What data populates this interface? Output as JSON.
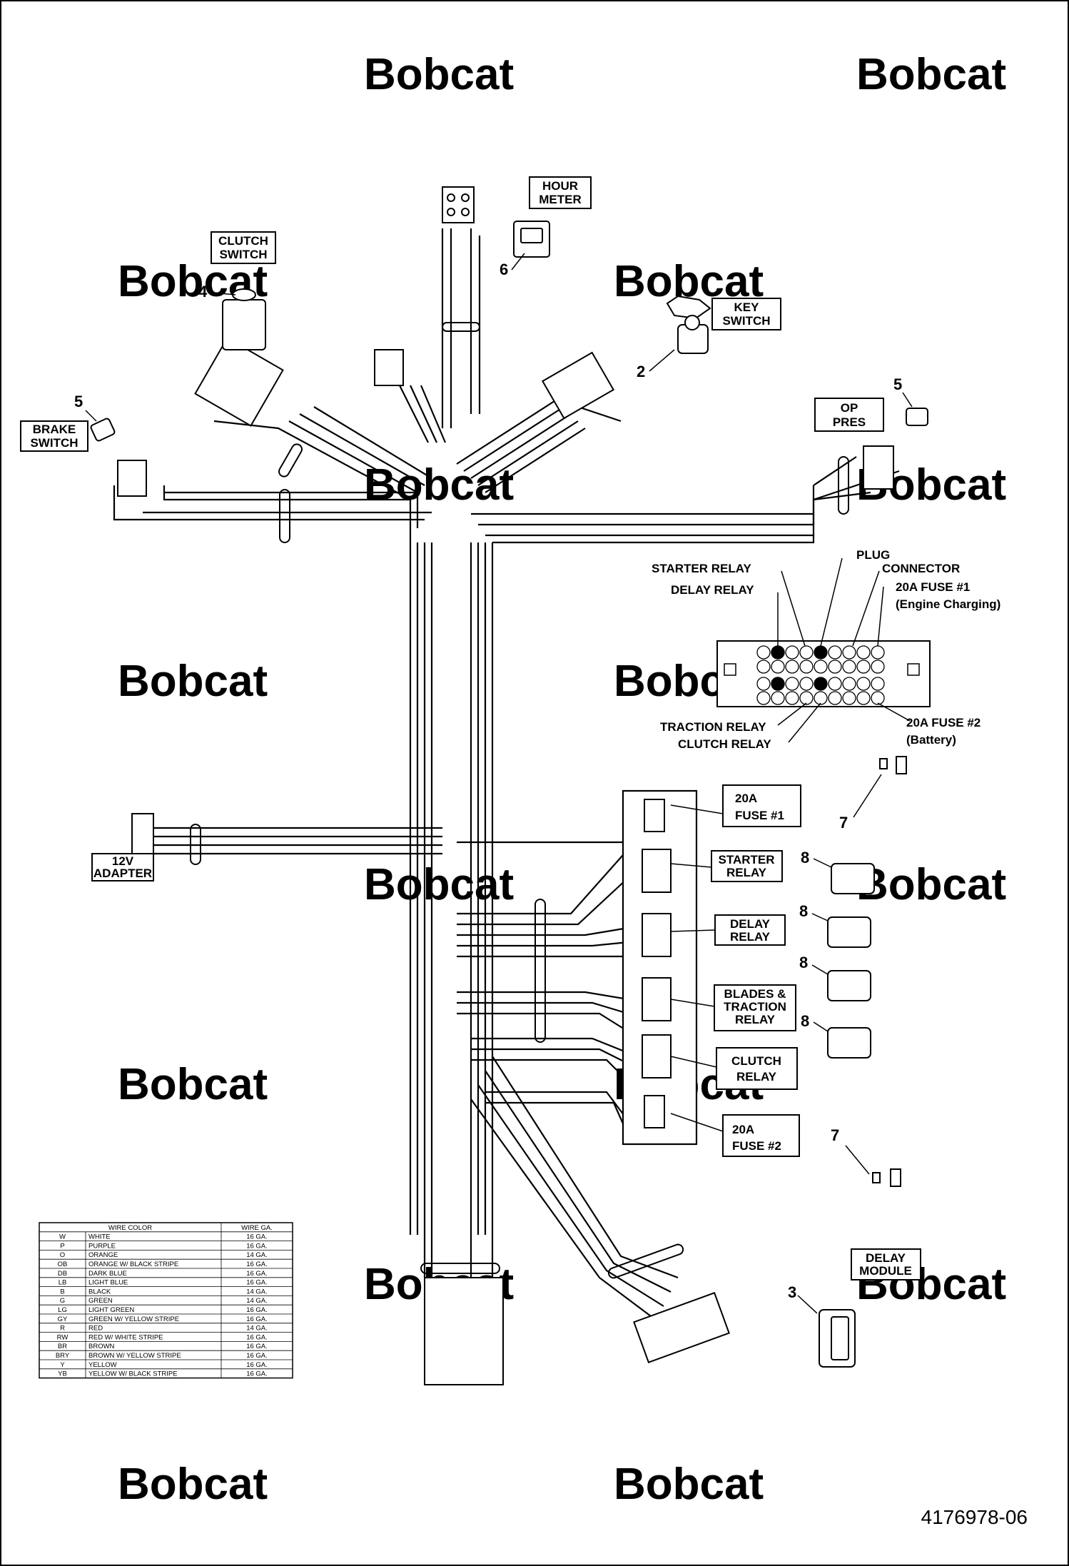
{
  "watermark": "Bobcat",
  "part_number": "4176978-06",
  "callouts": [
    {
      "id": "hour_meter",
      "num": "6",
      "lines": [
        "HOUR",
        "METER"
      ]
    },
    {
      "id": "clutch_switch",
      "num": "4",
      "lines": [
        "CLUTCH",
        "SWITCH"
      ]
    },
    {
      "id": "key_switch",
      "num": "2",
      "lines": [
        "KEY",
        "SWITCH"
      ]
    },
    {
      "id": "brake_switch",
      "num": "5",
      "lines": [
        "BRAKE",
        "SWITCH"
      ]
    },
    {
      "id": "op_pres",
      "num": "5",
      "lines": [
        "OP",
        "PRES"
      ]
    },
    {
      "id": "adapter_12v",
      "lines": [
        "12V",
        "ADAPTER"
      ]
    },
    {
      "id": "fuse1",
      "lines": [
        "20A",
        "FUSE  #1"
      ]
    },
    {
      "id": "starter_relay",
      "lines": [
        "STARTER",
        "RELAY"
      ]
    },
    {
      "id": "delay_relay",
      "lines": [
        "DELAY",
        "RELAY"
      ]
    },
    {
      "id": "blades_traction_relay",
      "lines": [
        "BLADES &",
        "TRACTION",
        "RELAY"
      ]
    },
    {
      "id": "clutch_relay",
      "lines": [
        "CLUTCH",
        "RELAY"
      ]
    },
    {
      "id": "fuse2",
      "lines": [
        "20A",
        "FUSE #2"
      ]
    },
    {
      "id": "delay_module",
      "num": "3",
      "lines": [
        "DELAY",
        "MODULE"
      ]
    }
  ],
  "fuse_box_labels": {
    "starter_relay": "STARTER RELAY",
    "delay_relay": "DELAY RELAY",
    "plug": "PLUG",
    "connector": "CONNECTOR",
    "fuse1": "20A FUSE #1",
    "fuse1_note": "(Engine Charging)",
    "traction_relay": "TRACTION RELAY",
    "clutch_relay": "CLUTCH RELAY",
    "fuse2": "20A FUSE #2",
    "fuse2_note": "(Battery)"
  },
  "part_numbers": {
    "fuse_upper": "7",
    "fuse_lower": "7",
    "relay": "8"
  },
  "wire_table": {
    "headers": [
      "WIRE COLOR",
      "WIRE GA."
    ],
    "rows": [
      [
        "W",
        "WHITE",
        "16 GA."
      ],
      [
        "P",
        "PURPLE",
        "16 GA."
      ],
      [
        "O",
        "ORANGE",
        "14 GA."
      ],
      [
        "OB",
        "ORANGE W/ BLACK STRIPE",
        "16 GA."
      ],
      [
        "DB",
        "DARK BLUE",
        "16 GA."
      ],
      [
        "LB",
        "LIGHT BLUE",
        "16 GA."
      ],
      [
        "B",
        "BLACK",
        "14 GA."
      ],
      [
        "G",
        "GREEN",
        "14 GA."
      ],
      [
        "LG",
        "LIGHT GREEN",
        "16 GA."
      ],
      [
        "GY",
        "GREEN W/ YELLOW STRIPE",
        "16 GA."
      ],
      [
        "R",
        "RED",
        "14 GA."
      ],
      [
        "RW",
        "RED W/ WHITE STRIPE",
        "16 GA."
      ],
      [
        "BR",
        "BROWN",
        "16 GA."
      ],
      [
        "BRY",
        "BROWN W/ YELLOW STRIPE",
        "16 GA."
      ],
      [
        "Y",
        "YELLOW",
        "16 GA."
      ],
      [
        "YB",
        "YELLOW W/ BLACK STRIPE",
        "16 GA."
      ]
    ]
  }
}
